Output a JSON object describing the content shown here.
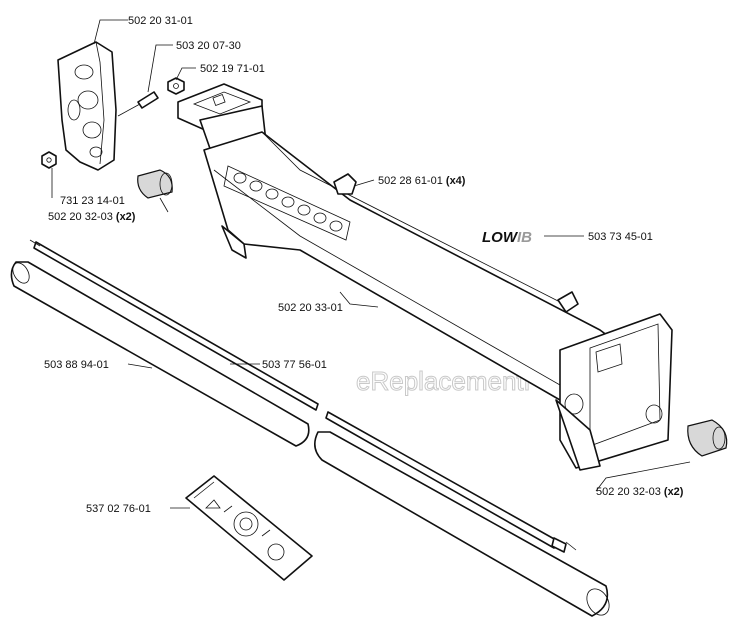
{
  "watermark": "eReplacementParts.com",
  "logo": {
    "text_dark": "LOW",
    "text_light": "IB",
    "color_dark": "#111111",
    "color_light": "#9a9a9a"
  },
  "callouts": [
    {
      "id": "c1",
      "part": "502 20 31-01",
      "qty": ""
    },
    {
      "id": "c2",
      "part": "503 20 07-30",
      "qty": ""
    },
    {
      "id": "c3",
      "part": "502 19 71-01",
      "qty": ""
    },
    {
      "id": "c4",
      "part": "502 28 61-01",
      "qty": "(x4)"
    },
    {
      "id": "c5",
      "part": "731 23 14-01",
      "qty": ""
    },
    {
      "id": "c6",
      "part": "502 20 32-03",
      "qty": "(x2)"
    },
    {
      "id": "c7",
      "part": "503 73 45-01",
      "qty": ""
    },
    {
      "id": "c8",
      "part": "502 20 33-01",
      "qty": ""
    },
    {
      "id": "c9",
      "part": "503 88 94-01",
      "qty": ""
    },
    {
      "id": "c10",
      "part": "503 77 56-01",
      "qty": ""
    },
    {
      "id": "c11",
      "part": "502 20 32-03",
      "qty": "(x2)"
    },
    {
      "id": "c12",
      "part": "537 02 76-01",
      "qty": ""
    }
  ]
}
